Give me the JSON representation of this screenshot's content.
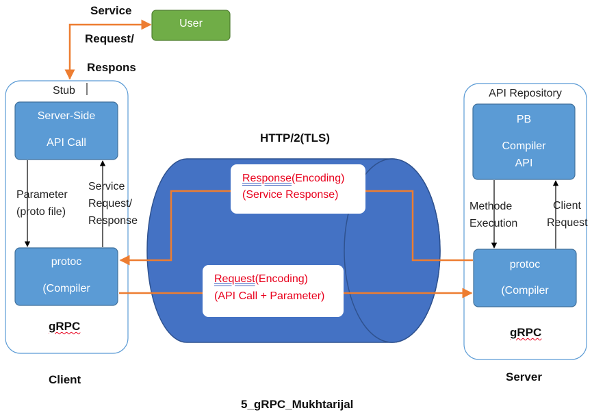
{
  "top": {
    "user_label": "User",
    "service_request_lines": [
      "Service",
      "Request/",
      "Respons"
    ]
  },
  "client": {
    "stub_label": "Stub",
    "api_call_box": {
      "line1": "Server-Side",
      "line2": "API Call"
    },
    "param_label": [
      "Parameter",
      "(proto file)"
    ],
    "service_label": [
      "Service",
      "Request/",
      "Response"
    ],
    "protoc_box": {
      "line1": "protoc",
      "line2": "(Compiler"
    },
    "grpc_label": "gRPC",
    "caption": "Client"
  },
  "server": {
    "repo_label": "API Repository",
    "pb_box": {
      "line1": "PB",
      "line2": "Compiler",
      "line3": "API"
    },
    "method_label": [
      "Methode",
      "Execution"
    ],
    "client_request_label": [
      "Client",
      "Request"
    ],
    "protoc_box": {
      "line1": "protoc",
      "line2": "(Compiler"
    },
    "grpc_label": "gRPC",
    "caption": "Server"
  },
  "transport": {
    "title": "HTTP/2(TLS)",
    "response": {
      "word": "Response",
      "rest": "(Encoding)",
      "line2": "(Service Response)"
    },
    "request": {
      "word": "Request",
      "rest": "(Encoding)",
      "line2": "(API Call + Parameter)"
    }
  },
  "footer": {
    "caption": "5_gRPC_Mukhtarijal"
  },
  "colors": {
    "box_blue": "#5b9bd5",
    "cylinder_blue": "#4472c4",
    "user_green": "#70ad47",
    "arrow_orange": "#ed7d31",
    "container_border": "#5b9bd5",
    "encoding_text": "#e8001c"
  }
}
